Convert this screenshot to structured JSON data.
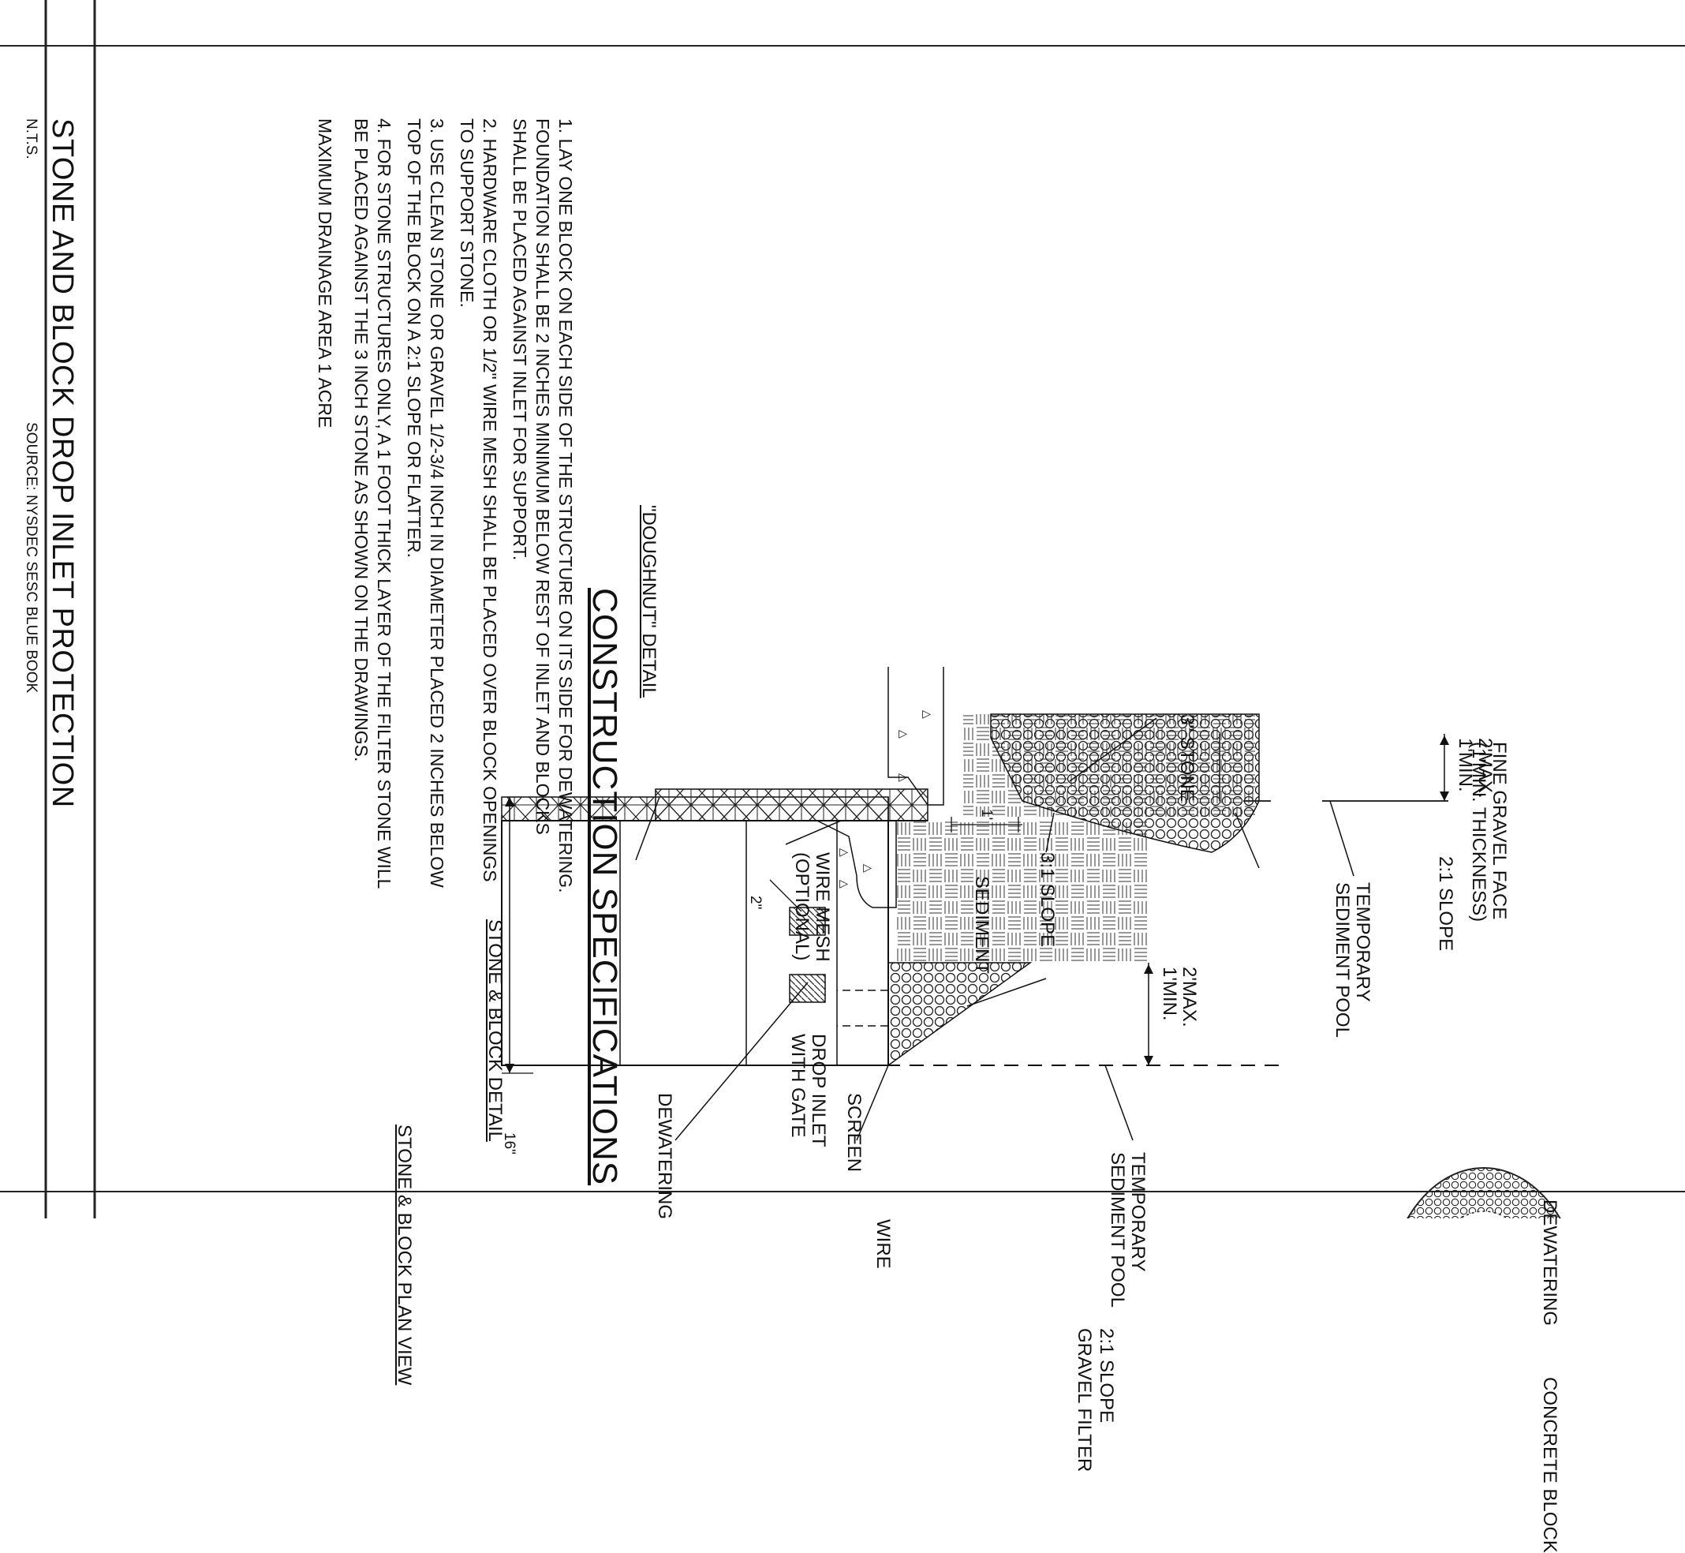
{
  "sheet": {
    "title": "STONE AND BLOCK DROP INLET PROTECTION",
    "scale": "N.T.S.",
    "source": "SOURCE: NYSDEC SESC BLUE BOOK"
  },
  "plan_view": {
    "title": "STONE & BLOCK PLAN VIEW",
    "labels": {
      "dewatering": "DEWATERING",
      "concrete_block": "CONCRETE BLOCK",
      "slope_filter_1": "2:1 SLOPE",
      "slope_filter_2": "GRAVEL FILTER"
    }
  },
  "block_detail": {
    "title": "STONE & BLOCK DETAIL",
    "labels": {
      "pool_1": "TEMPORARY",
      "pool_2": "SEDIMENT POOL",
      "min": "1'MIN.",
      "max": "2'MAX.",
      "sediment": "SEDIMENT",
      "wire_1": "WIRE",
      "wire_2": "SCREEN",
      "dewatering": "DEWATERING",
      "inlet_1": "DROP INLET",
      "inlet_2": "WITH GATE",
      "dim_2in": "2\"",
      "dim_16in": "16\""
    }
  },
  "doughnut_detail": {
    "title": "\"DOUGHNUT\" DETAIL",
    "labels": {
      "pool_1": "TEMPORARY",
      "pool_2": "SEDIMENT POOL",
      "min": "1'MIN.",
      "max": "2'MAX.",
      "slope_21": "2:1 SLOPE",
      "gravel_1": "FINE GRAVEL FACE",
      "gravel_2": "(1'MIN. THICKNESS)",
      "stone": "3\" STONE",
      "slope_31": "3:1 SLOPE",
      "dim_1ft": "1'",
      "mesh_1": "WIRE MESH",
      "mesh_2": "(OPTIONAL)"
    }
  },
  "specifications": {
    "heading": "CONSTRUCTION SPECIFICATIONS",
    "lines": [
      "1. LAY ONE BLOCK ON EACH SIDE OF THE STRUCTURE ON ITS SIDE FOR DEWATERING.",
      "FOUNDATION SHALL BE 2 INCHES MINIMUM BELOW REST OF INLET AND BLOCKS",
      "SHALL BE PLACED AGAINST INLET FOR SUPPORT.",
      "2. HARDWARE CLOTH OR 1/2\" WIRE MESH SHALL BE PLACED OVER BLOCK OPENINGS",
      "TO SUPPORT STONE.",
      "3. USE CLEAN STONE OR GRAVEL 1/2-3/4 INCH IN DIAMETER PLACED 2 INCHES BELOW",
      "TOP OF THE BLOCK ON A 2:1 SLOPE OR FLATTER.",
      "4. FOR STONE STRUCTURES ONLY, A 1 FOOT THICK LAYER OF THE FILTER STONE WILL",
      "BE PLACED AGAINST THE 3 INCH STONE AS SHOWN ON THE DRAWINGS.",
      "MAXIMUM DRAINAGE AREA 1 ACRE"
    ]
  }
}
